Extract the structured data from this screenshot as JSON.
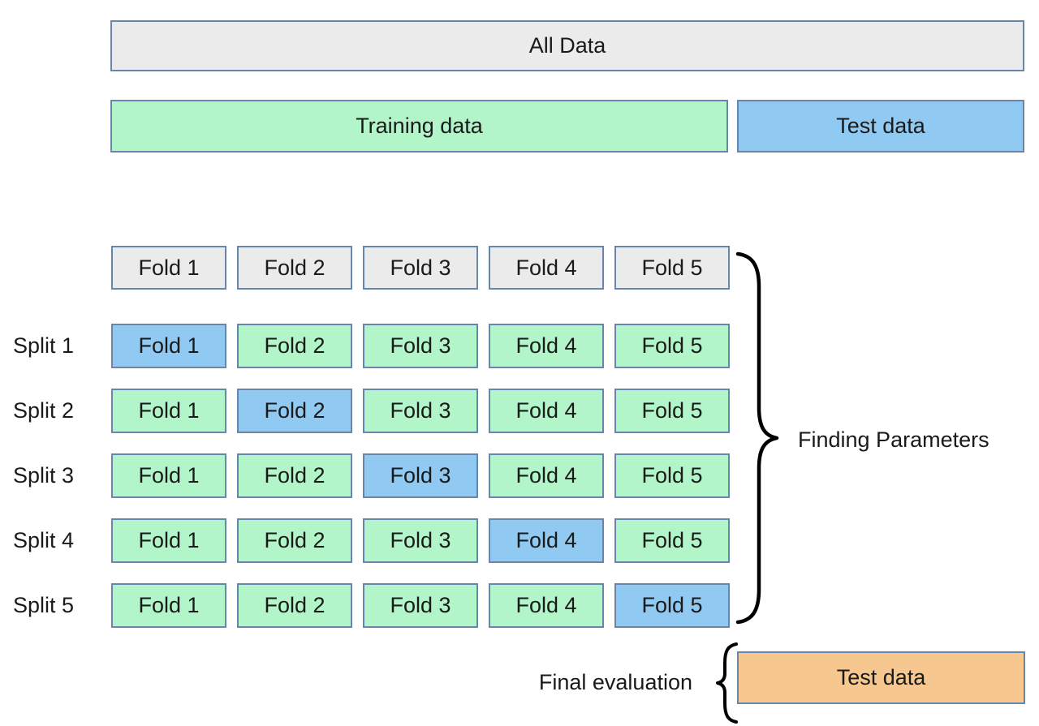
{
  "overview": {
    "all_data": "All Data",
    "training_data": "Training data",
    "test_data": "Test data"
  },
  "cv_grid": {
    "fold_headers": [
      "Fold 1",
      "Fold 2",
      "Fold 3",
      "Fold 4",
      "Fold 5"
    ],
    "splits": [
      {
        "label": "Split 1",
        "test_fold_index": 0,
        "cells": [
          "Fold 1",
          "Fold 2",
          "Fold 3",
          "Fold 4",
          "Fold 5"
        ]
      },
      {
        "label": "Split 2",
        "test_fold_index": 1,
        "cells": [
          "Fold 1",
          "Fold 2",
          "Fold 3",
          "Fold 4",
          "Fold 5"
        ]
      },
      {
        "label": "Split 3",
        "test_fold_index": 2,
        "cells": [
          "Fold 1",
          "Fold 2",
          "Fold 3",
          "Fold 4",
          "Fold 5"
        ]
      },
      {
        "label": "Split 4",
        "test_fold_index": 3,
        "cells": [
          "Fold 1",
          "Fold 2",
          "Fold 3",
          "Fold 4",
          "Fold 5"
        ]
      },
      {
        "label": "Split 5",
        "test_fold_index": 4,
        "cells": [
          "Fold 1",
          "Fold 2",
          "Fold 3",
          "Fold 4",
          "Fold 5"
        ]
      }
    ]
  },
  "annotations": {
    "finding_parameters": "Finding Parameters",
    "final_evaluation": "Final evaluation"
  },
  "final_evaluation_box": {
    "label": "Test data"
  },
  "colors": {
    "background": "#ffffff",
    "neutral_fill": "#ebebeb",
    "training_fill": "#b1f5c9",
    "test_fill": "#90c9f2",
    "final_test_fill": "#f6c78f",
    "box_border": "#6786ab",
    "text": "#1a1a1a",
    "brace": "#000000"
  }
}
